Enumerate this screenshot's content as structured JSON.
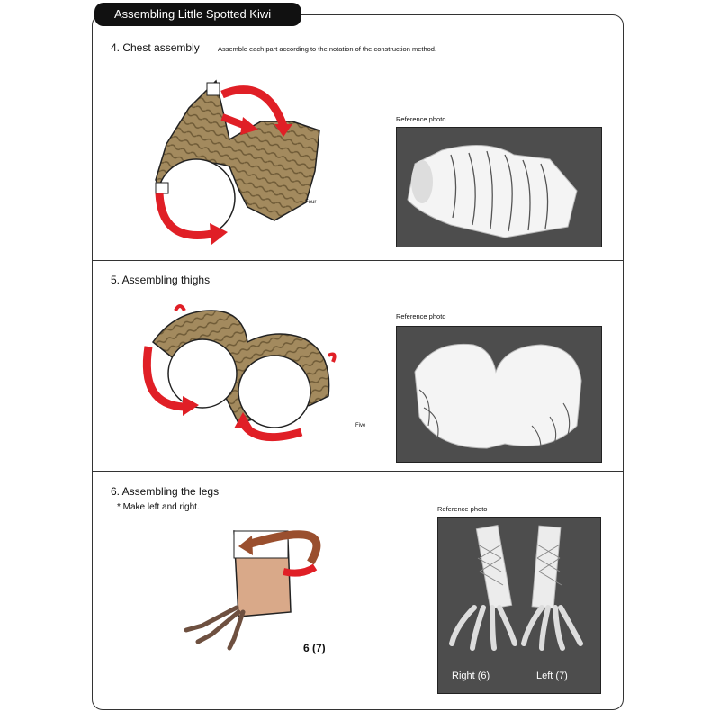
{
  "header": {
    "title": "Assembling Little Spotted Kiwi"
  },
  "sections": [
    {
      "heading": "4. Chest assembly",
      "instruction": "Assemble each part according to the notation of the construction method.",
      "reference_label": "Reference photo",
      "part_label": "Four"
    },
    {
      "heading": "5. Assembling thighs",
      "reference_label": "Reference photo",
      "part_label": "Five"
    },
    {
      "heading": "6. Assembling the legs",
      "note": "* Make left and right.",
      "reference_label": "Reference photo",
      "part_label": "6 (7)",
      "photo_labels": {
        "right": "Right (6)",
        "left": "Left (7)"
      }
    }
  ],
  "colors": {
    "accent_arrow": "#e01f26",
    "paper_brown": "#a38a5e",
    "photo_bg": "#4d4d4d",
    "leg_arrow": "#9a4f2e"
  },
  "icons": [
    "curved-arrow-icon"
  ]
}
